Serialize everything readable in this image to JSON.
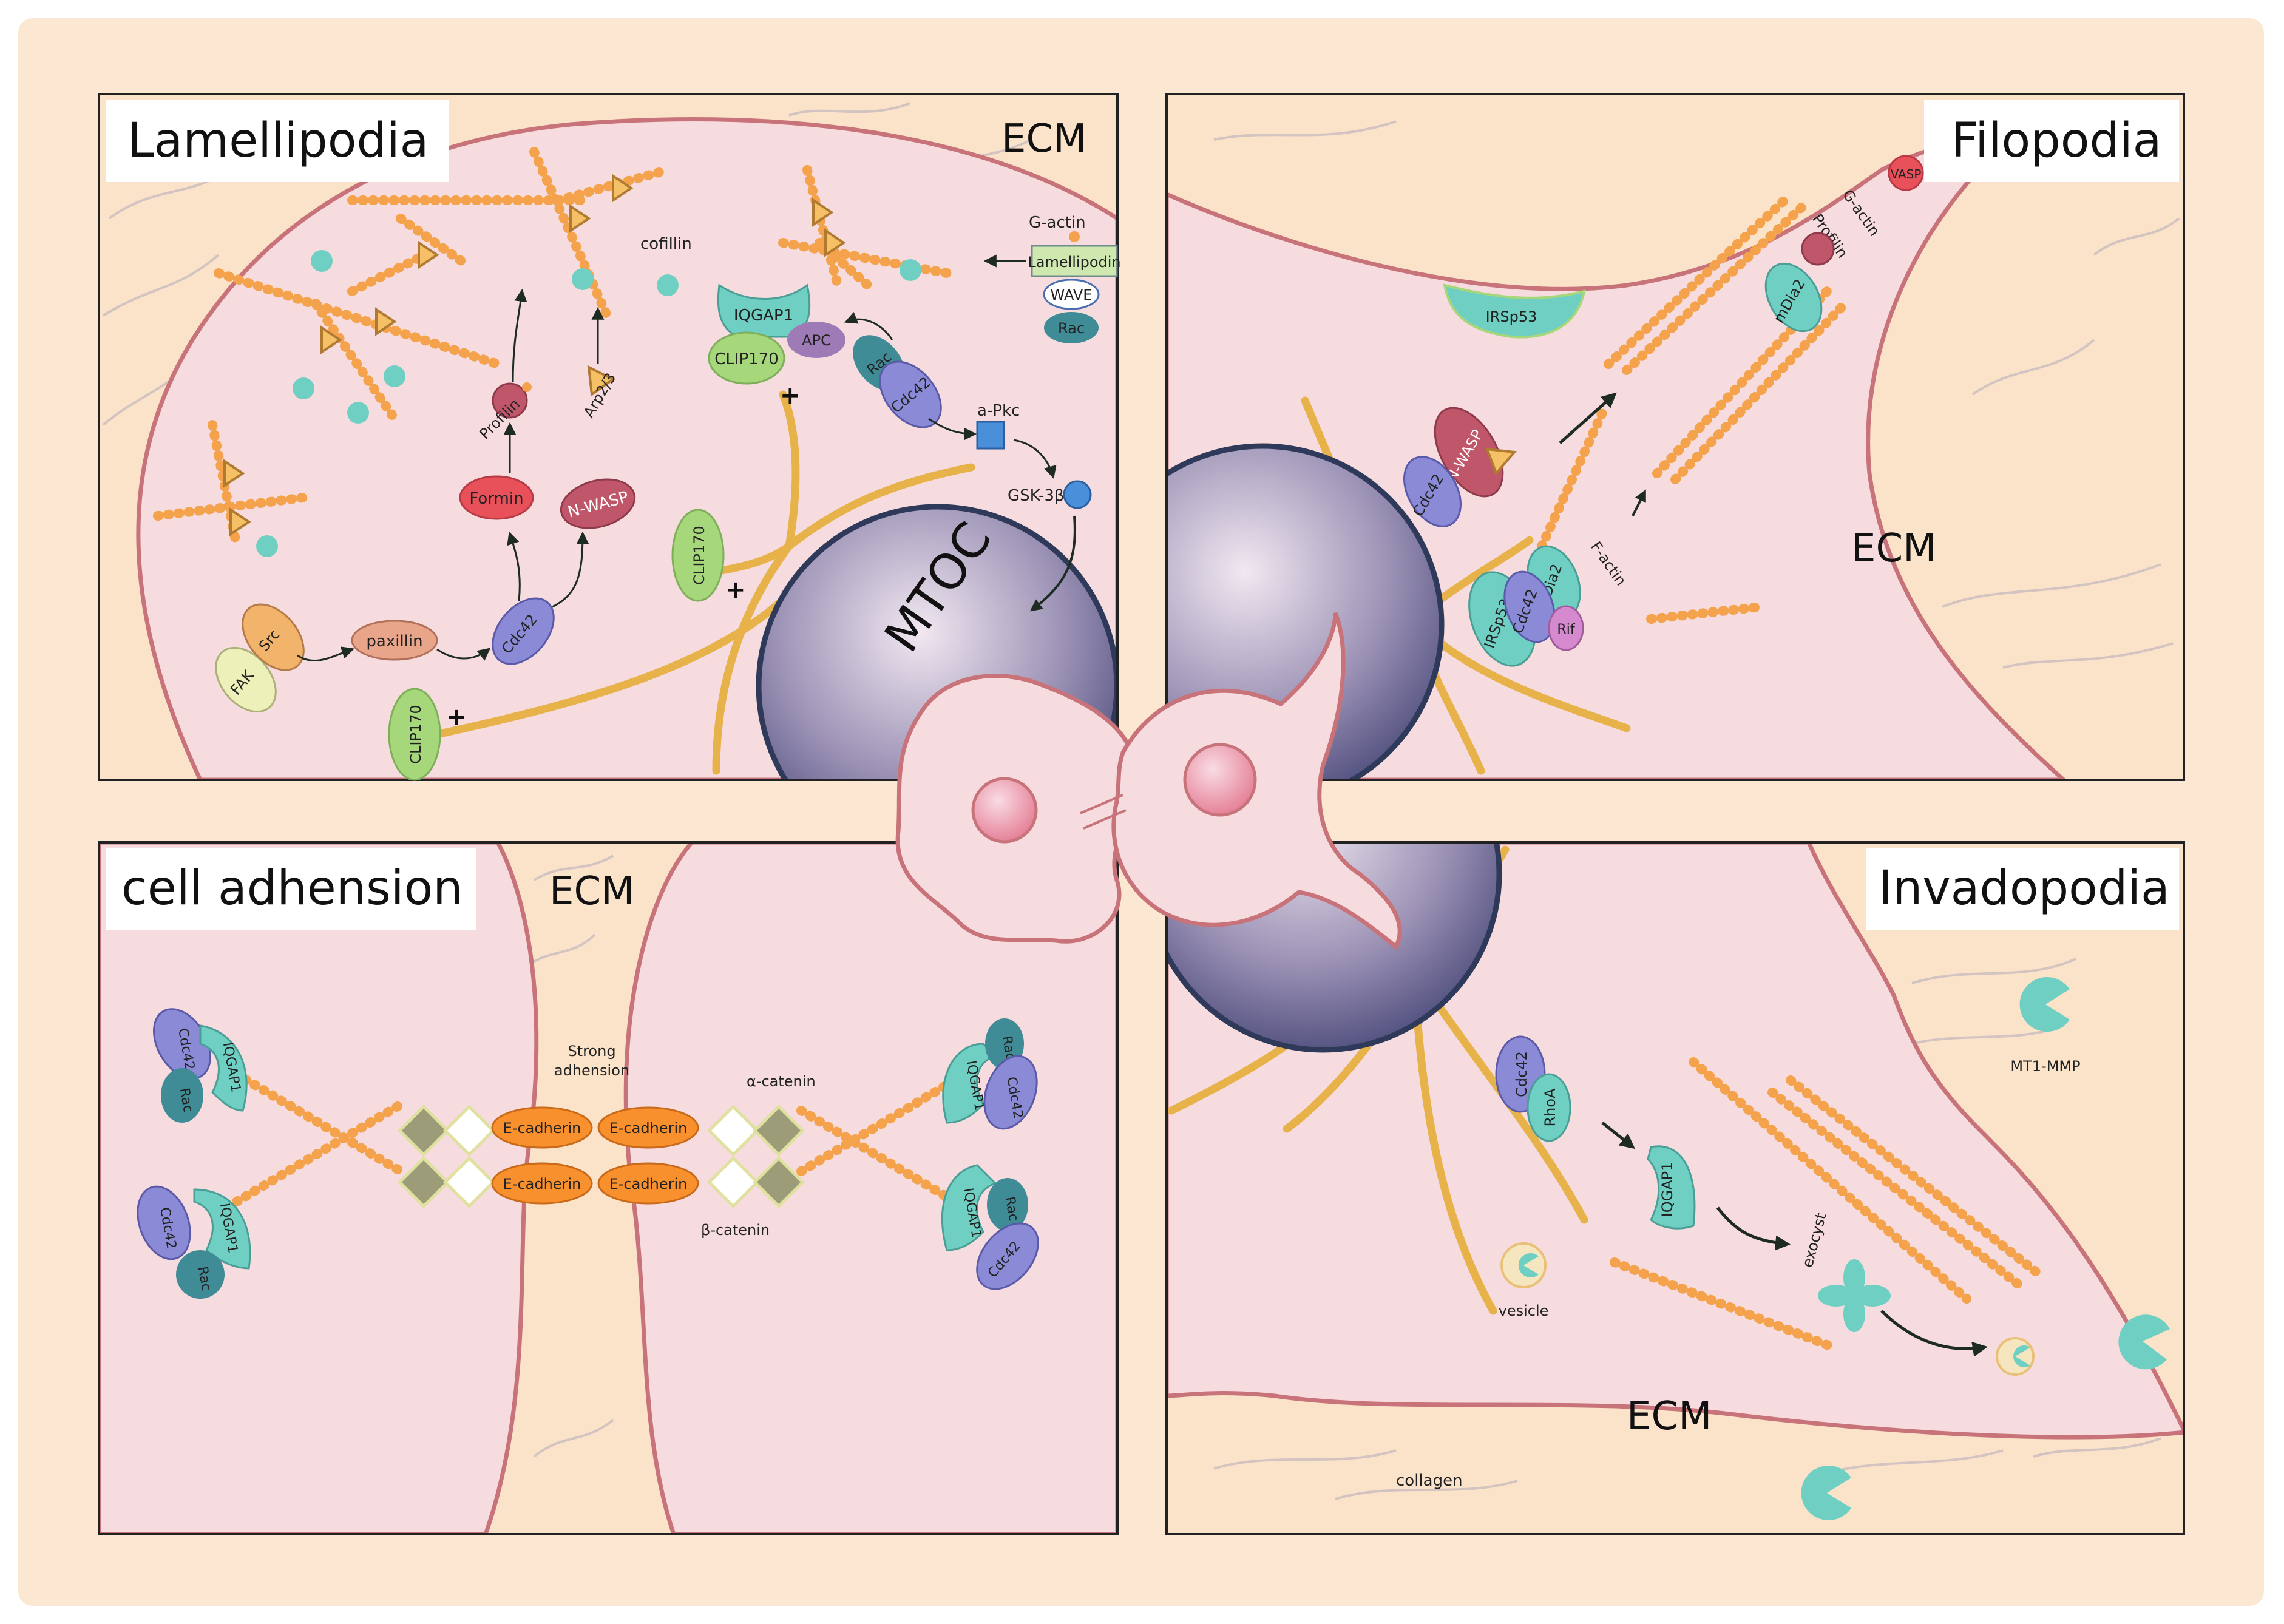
{
  "panels": {
    "lamellipodia": {
      "title": "Lamellipodia",
      "ecm": "ECM",
      "labels": {
        "cofilin": "cofillin",
        "g_actin": "G-actin",
        "lamellipodin": "Lamellipodin",
        "wave": "WAVE",
        "rac_top": "Rac",
        "iqgap1": "IQGAP1",
        "apc": "APC",
        "clip170_top": "CLIP170",
        "rac_mid": "Rac",
        "cdc42_mid": "Cdc42",
        "apkc": "a-Pkc",
        "gsk3b": "GSK-3β",
        "profilin": "Profilin",
        "arp23": "Arp2/3",
        "formin": "Formin",
        "nwasp": "N-WASP",
        "mtoc": "MTOC",
        "clip170_left": "CLIP170",
        "fak": "FAK",
        "src": "Src",
        "paxillin": "paxillin",
        "cdc42_low": "Cdc42",
        "clip170_bottom": "CLIP170",
        "plus": "+"
      }
    },
    "filopodia": {
      "title": "Filopodia",
      "ecm": "ECM",
      "labels": {
        "irsp53_top": "IRSp53",
        "vasp": "VASP",
        "g_actin": "G-actin",
        "profilin": "Profilin",
        "mdia2_top": "mDia2",
        "nwasp": "N-WASP",
        "cdc42_a": "Cdc42",
        "f_actin": "F-actin",
        "mdia2_low": "mDia2",
        "cdc42_b": "Cdc42",
        "irsp53_low": "IRSp53",
        "rif": "Rif"
      }
    },
    "adhesion": {
      "title": "cell adhension",
      "ecm": "ECM",
      "labels": {
        "strong": "Strong",
        "adhension": "adhension",
        "alpha_catenin": "α-catenin",
        "beta_catenin": "β-catenin",
        "ecadherin": "E-cadherin",
        "cdc42": "Cdc42",
        "iqgap1": "IQGAP1",
        "rac": "Rac"
      }
    },
    "invadopodia": {
      "title": "Invadopodia",
      "ecm": "ECM",
      "labels": {
        "cdc42": "Cdc42",
        "rhoa": "RhoA",
        "iqgap1": "IQGAP1",
        "exocyst": "exocyst",
        "vesicle": "vesicle",
        "mt1mmp": "MT1-MMP",
        "collagen": "collagen"
      }
    }
  },
  "colors": {
    "background": "#fbe7d2",
    "cell_fill": "#f6dcdf",
    "membrane": "#c8737a",
    "microtubule": "#e8b24a",
    "actin": "#f4a24b",
    "teal": "#6fcfc3",
    "purple": "#8a8ad6",
    "dark_teal": "#3f8b96",
    "mtoc": "#3a3c6e",
    "cadherin": "#f7902d"
  }
}
